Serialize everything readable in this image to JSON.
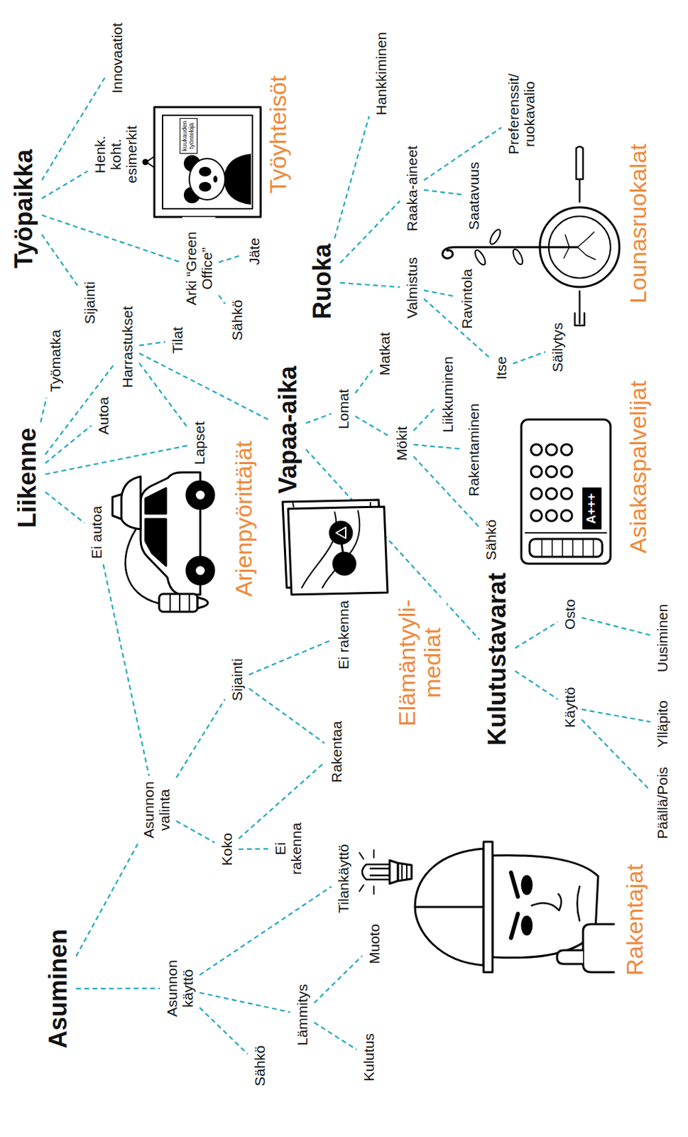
{
  "diagram": {
    "nodes": [
      {
        "text": [
          "Asuminen"
        ]
      },
      {
        "text": [
          "Asunnon valinta"
        ]
      },
      {
        "text": [
          "Asunnon käyttö"
        ]
      },
      {
        "text": [
          "Koko"
        ]
      },
      {
        "text": [
          "Sijainti"
        ]
      },
      {
        "text": [
          "Ei rakenna"
        ]
      },
      {
        "text": [
          "Rakentaa"
        ]
      },
      {
        "text": [
          "Ei rakenna"
        ]
      },
      {
        "text": [
          "Sähkö"
        ]
      },
      {
        "text": [
          "Lämmitys"
        ]
      },
      {
        "text": [
          "Tilankäyttö"
        ]
      },
      {
        "text": [
          "Kulutus"
        ]
      },
      {
        "text": [
          "Muoto"
        ]
      },
      {
        "text": [
          "Liikenne"
        ]
      },
      {
        "text": [
          "Ei autoa"
        ]
      },
      {
        "text": [
          "Autoa"
        ]
      },
      {
        "text": [
          "Lapset"
        ]
      },
      {
        "text": [
          "Harrastukset"
        ]
      },
      {
        "text": [
          "Työmatka"
        ]
      },
      {
        "text": [
          "Tilat"
        ]
      },
      {
        "text": [
          "Työpaikka"
        ]
      },
      {
        "text": [
          "Sijainti"
        ]
      },
      {
        "text": [
          "Arki “Green Office”"
        ]
      },
      {
        "text": [
          "Sähkö"
        ]
      },
      {
        "text": [
          "Jäte"
        ]
      },
      {
        "text": [
          "Henk. koht. esimerkit"
        ]
      },
      {
        "text": [
          "Innovaatiot"
        ]
      },
      {
        "text": [
          "Vapaa-aika"
        ]
      },
      {
        "text": [
          "Lomat"
        ]
      },
      {
        "text": [
          "Matkat"
        ]
      },
      {
        "text": [
          "Mökit"
        ]
      },
      {
        "text": [
          "Liikkuminen"
        ]
      },
      {
        "text": [
          "Rakentaminen"
        ]
      },
      {
        "text": [
          "Sähkö"
        ]
      },
      {
        "text": [
          "Ruoka"
        ]
      },
      {
        "text": [
          "Hankkiminen"
        ]
      },
      {
        "text": [
          "Raaka-aineet"
        ]
      },
      {
        "text": [
          "Saatavuus"
        ]
      },
      {
        "text": [
          "Preferenssit/ ruokavalio"
        ]
      },
      {
        "text": [
          "Valmistus"
        ]
      },
      {
        "text": [
          "Ravintola"
        ]
      },
      {
        "text": [
          "Itse"
        ]
      },
      {
        "text": [
          "Säilytys"
        ]
      },
      {
        "text": [
          "Kulutustavarat"
        ]
      },
      {
        "text": [
          "Käyttö"
        ]
      },
      {
        "text": [
          "Osto"
        ]
      },
      {
        "text": [
          "Päällä/Pois"
        ]
      },
      {
        "text": [
          "Ylläpito"
        ]
      },
      {
        "text": [
          "Uusiminen"
        ]
      }
    ],
    "edges": [
      {
        "from": 0,
        "to": 1,
        "arrow": "none"
      },
      {
        "from": 0,
        "to": 2,
        "arrow": "none"
      },
      {
        "from": 1,
        "to": 3,
        "arrow": "none"
      },
      {
        "from": 1,
        "to": 4,
        "arrow": "none"
      },
      {
        "from": 14,
        "to": 1,
        "arrow": "none"
      },
      {
        "from": 3,
        "to": 5,
        "arrow": "none"
      },
      {
        "from": 3,
        "to": 6,
        "arrow": "none"
      },
      {
        "from": 4,
        "to": 6,
        "arrow": "none"
      },
      {
        "from": 4,
        "to": 7,
        "arrow": "none"
      },
      {
        "from": 2,
        "to": 8,
        "arrow": "none"
      },
      {
        "from": 2,
        "to": 9,
        "arrow": "none"
      },
      {
        "from": 2,
        "to": 10,
        "arrow": "none"
      },
      {
        "from": 9,
        "to": 11,
        "arrow": "none"
      },
      {
        "from": 9,
        "to": 12,
        "arrow": "none"
      },
      {
        "from": 13,
        "to": 14,
        "arrow": "none"
      },
      {
        "from": 13,
        "to": 15,
        "arrow": "none"
      },
      {
        "from": 13,
        "to": 16,
        "arrow": "none"
      },
      {
        "from": 13,
        "to": 17,
        "arrow": "none"
      },
      {
        "from": 13,
        "to": 18,
        "arrow": "none"
      },
      {
        "from": 17,
        "to": 16,
        "arrow": "none"
      },
      {
        "from": 17,
        "to": 19,
        "arrow": "none"
      },
      {
        "from": 17,
        "to": 27,
        "arrow": "none"
      },
      {
        "from": 20,
        "to": 21,
        "arrow": "none"
      },
      {
        "from": 20,
        "to": 22,
        "arrow": "none"
      },
      {
        "from": 20,
        "to": 25,
        "arrow": "none"
      },
      {
        "from": 20,
        "to": 26,
        "arrow": "none"
      },
      {
        "from": 22,
        "to": 23,
        "arrow": "none"
      },
      {
        "from": 22,
        "to": 24,
        "arrow": "none"
      },
      {
        "from": 27,
        "to": 28,
        "arrow": "none"
      },
      {
        "from": 27,
        "to": 43,
        "arrow": "none"
      },
      {
        "from": 28,
        "to": 29,
        "arrow": "none"
      },
      {
        "from": 28,
        "to": 30,
        "arrow": "none"
      },
      {
        "from": 30,
        "to": 31,
        "arrow": "none"
      },
      {
        "from": 30,
        "to": 32,
        "arrow": "none"
      },
      {
        "from": 30,
        "to": 33,
        "arrow": "none"
      },
      {
        "from": 34,
        "to": 35,
        "arrow": "none"
      },
      {
        "from": 34,
        "to": 36,
        "arrow": "none"
      },
      {
        "from": 34,
        "to": 39,
        "arrow": "none"
      },
      {
        "from": 36,
        "to": 37,
        "arrow": "none"
      },
      {
        "from": 36,
        "to": 38,
        "arrow": "none"
      },
      {
        "from": 39,
        "to": 40,
        "arrow": "none"
      },
      {
        "from": 39,
        "to": 41,
        "arrow": "none"
      },
      {
        "from": 41,
        "to": 42,
        "arrow": "none"
      },
      {
        "from": 43,
        "to": 44,
        "arrow": "none"
      },
      {
        "from": 43,
        "to": 45,
        "arrow": "none"
      },
      {
        "from": 44,
        "to": 46,
        "arrow": "none"
      },
      {
        "from": 44,
        "to": 47,
        "arrow": "none"
      },
      {
        "from": 45,
        "to": 48,
        "arrow": "none"
      }
    ],
    "labels": [
      "Rakentajat",
      "Arjenpyörittäjät",
      "Elämäntyyli-mediat",
      "Asiakaspalvelijat",
      "A+++",
      "Työyhteisöt",
      "kuukauden työntekijä",
      "Lounasruokalat"
    ]
  }
}
